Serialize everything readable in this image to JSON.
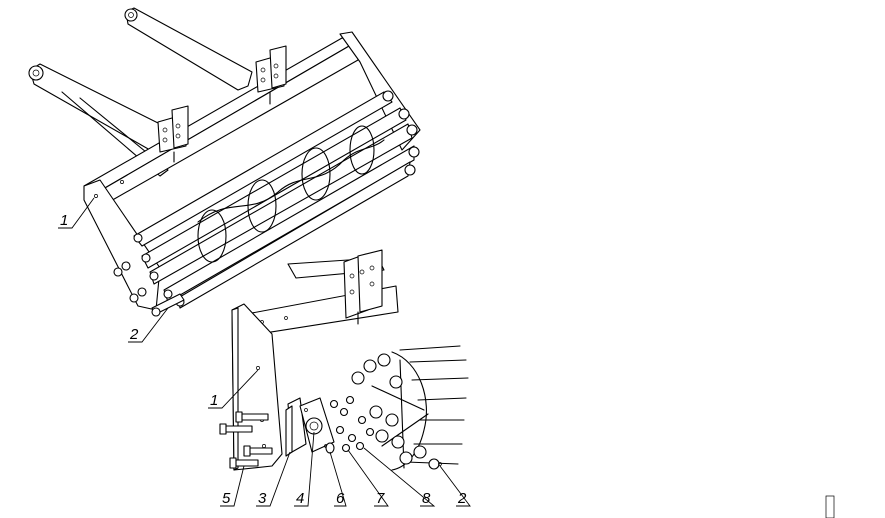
{
  "callouts": {
    "c1a": "1",
    "c2a": "2",
    "c1b": "1",
    "c5": "5",
    "c3": "3",
    "c4": "4",
    "c6": "6",
    "c7": "7",
    "c8": "8",
    "c2b": "2"
  }
}
